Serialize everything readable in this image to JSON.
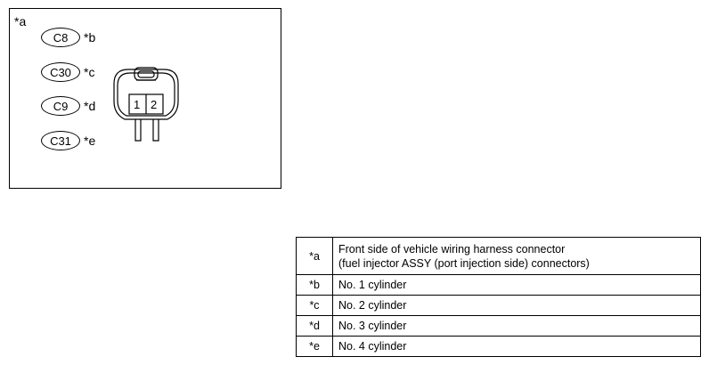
{
  "diagram": {
    "corner_label": "*a",
    "connectors": [
      {
        "code": "C8",
        "label": "*b"
      },
      {
        "code": "C30",
        "label": "*c"
      },
      {
        "code": "C9",
        "label": "*d"
      },
      {
        "code": "C31",
        "label": "*e"
      }
    ],
    "pins": [
      "1",
      "2"
    ]
  },
  "legend": {
    "rows": [
      {
        "key": "*a",
        "lines": [
          "Front side of vehicle wiring harness connector",
          "(fuel injector ASSY (port injection side) connectors)"
        ]
      },
      {
        "key": "*b",
        "lines": [
          "No. 1 cylinder"
        ]
      },
      {
        "key": "*c",
        "lines": [
          "No. 2 cylinder"
        ]
      },
      {
        "key": "*d",
        "lines": [
          "No. 3 cylinder"
        ]
      },
      {
        "key": "*e",
        "lines": [
          "No. 4 cylinder"
        ]
      }
    ]
  }
}
